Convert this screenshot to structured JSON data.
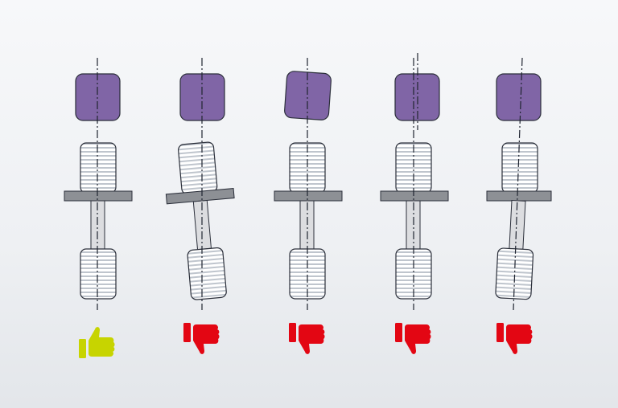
{
  "colors": {
    "background_top": "#f7f8fa",
    "background_bottom": "#e3e6ea",
    "motor_fill": "#8065a6",
    "motor_stroke": "#2b2f3a",
    "coupling_fill": "#ffffff",
    "coupling_stripe": "#bfc5cd",
    "bearing_bar_fill": "#8d9095",
    "shaft_fill": "#dcdde0",
    "axis_line": "#1f2430",
    "thumb_up": "#c7d400",
    "thumb_down": "#e30613"
  },
  "icons": {
    "good": "thumb-up-icon",
    "bad": "thumb-down-icon"
  },
  "diagram": {
    "description_visible_text": "",
    "configurations": [
      {
        "id": "aligned",
        "verdict": "good",
        "icon": "thumb-up-icon"
      },
      {
        "id": "angular-misalignment",
        "verdict": "bad",
        "icon": "thumb-down-icon"
      },
      {
        "id": "motor-tilted",
        "verdict": "bad",
        "icon": "thumb-down-icon"
      },
      {
        "id": "parallel-offset",
        "verdict": "bad",
        "icon": "thumb-down-icon"
      },
      {
        "id": "combined-misalignment",
        "verdict": "bad",
        "icon": "thumb-down-icon"
      }
    ]
  }
}
